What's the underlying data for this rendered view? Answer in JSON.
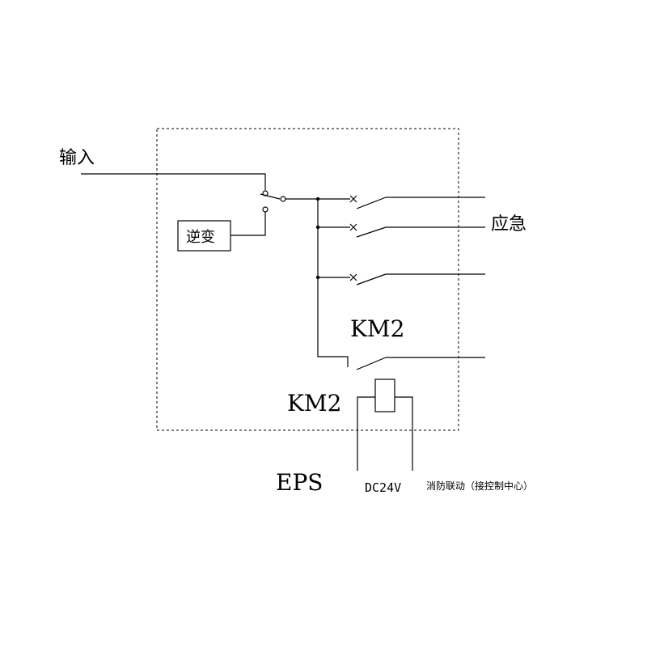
{
  "labels": {
    "input": "输入",
    "inverter": "逆变",
    "emergency": "应急",
    "contactor_contacts": "KM2",
    "contactor_coil": "KM2",
    "eps": "EPS",
    "dc24v": "DC24V",
    "fire_linkage": "消防联动（接控制中心）"
  }
}
